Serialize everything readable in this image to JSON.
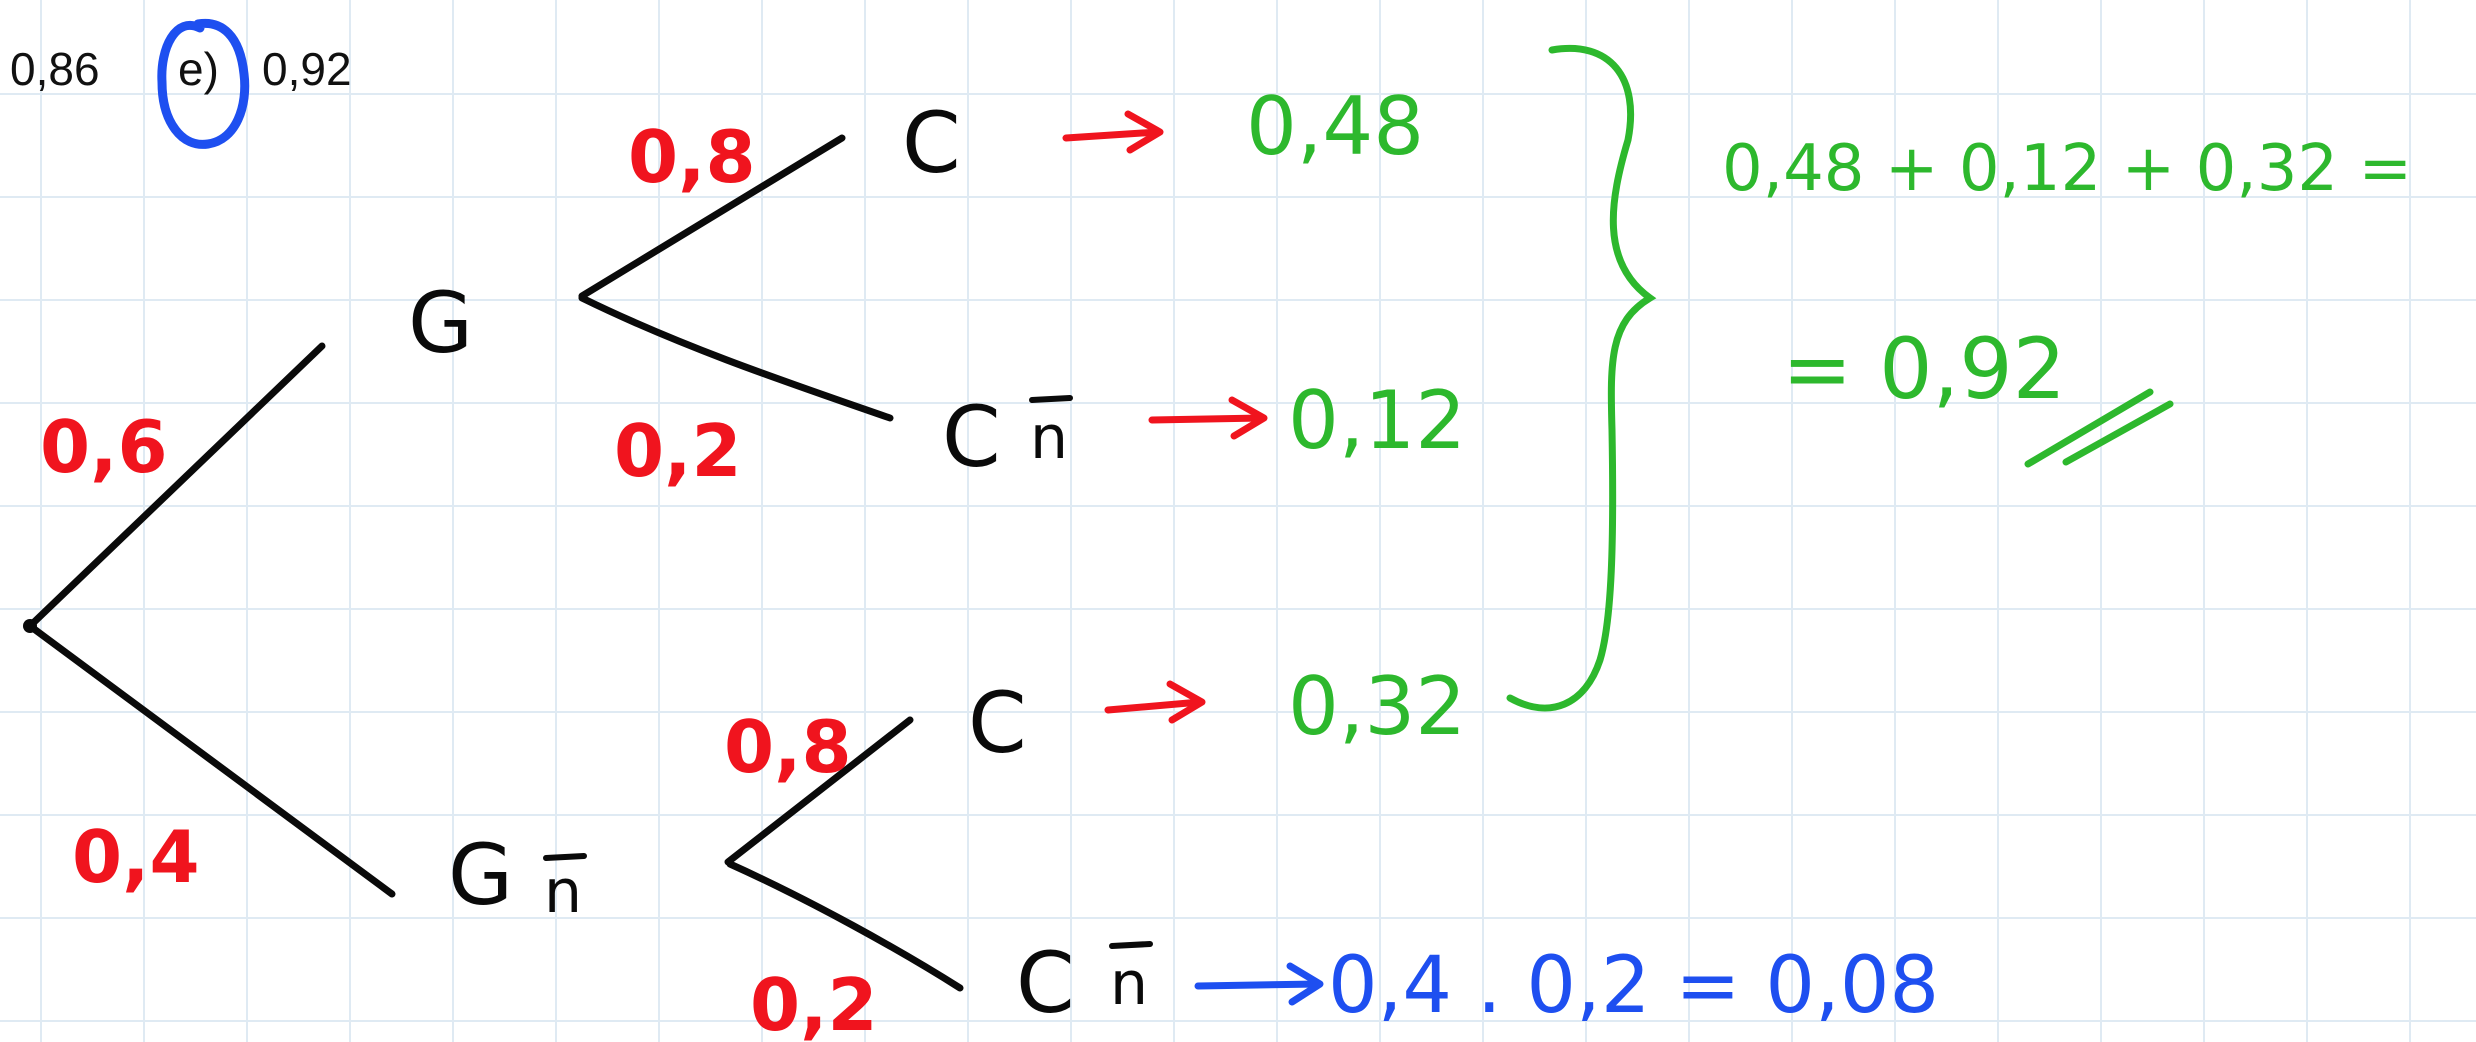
{
  "typed_options": {
    "option_d_value": "0,86",
    "option_e_letter": "e)",
    "option_e_value": "0,92"
  },
  "tree": {
    "nodes": {
      "g": "G",
      "g_not": "G",
      "c_upper": "C",
      "c_not_upper": "C",
      "c_lower": "C",
      "c_not_lower": "C",
      "not_mark_1": "n",
      "not_mark_2": "n",
      "not_mark_3": "n"
    },
    "branch_probabilities": {
      "g": "0,6",
      "g_not": "0,4",
      "c_given_g": "0,8",
      "c_not_given_g": "0,2",
      "c_given_g_not": "0,8",
      "c_not_given_g_not": "0,2"
    },
    "results": {
      "c_upper": "0,48",
      "c_not_upper": "0,12",
      "c_lower": "0,32",
      "c_not_lower_calc": "0,4 . 0,2 = 0,08"
    },
    "sum": {
      "expression": "0,48 + 0,12 + 0,32 =",
      "result": "= 0,92"
    }
  },
  "colors": {
    "branch_probability": "#f0141e",
    "result": "#2db82d",
    "calculation": "#1e4ff0",
    "circle_highlight": "#1e4ff0",
    "tree_line": "#0a0a0a"
  }
}
